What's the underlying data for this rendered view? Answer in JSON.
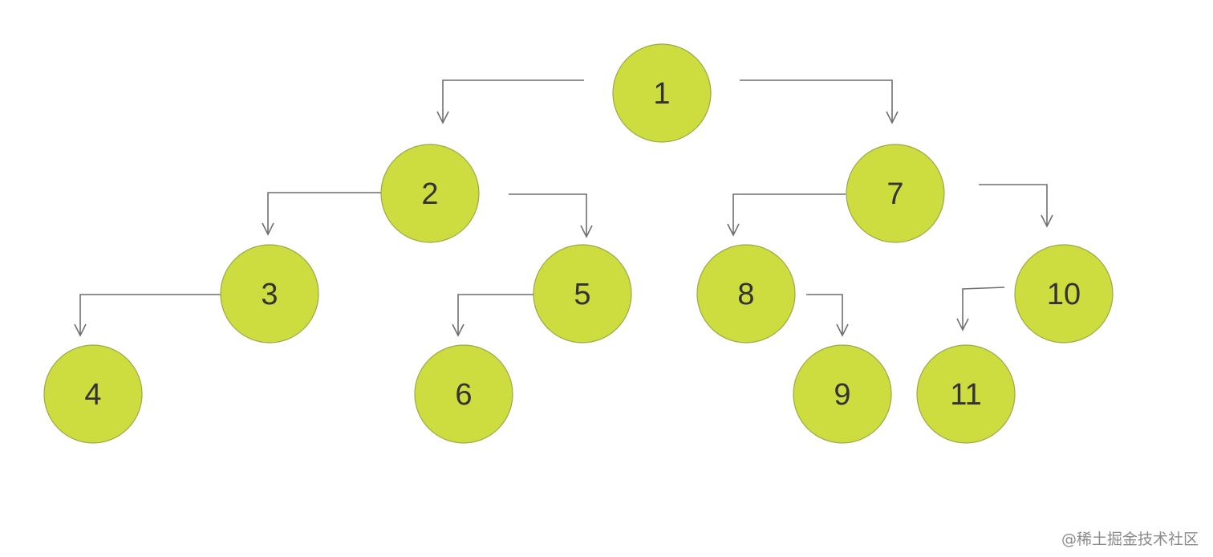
{
  "diagram": {
    "nodes": [
      {
        "id": "n1",
        "label": "1"
      },
      {
        "id": "n2",
        "label": "2"
      },
      {
        "id": "n3",
        "label": "3"
      },
      {
        "id": "n4",
        "label": "4"
      },
      {
        "id": "n5",
        "label": "5"
      },
      {
        "id": "n6",
        "label": "6"
      },
      {
        "id": "n7",
        "label": "7"
      },
      {
        "id": "n8",
        "label": "8"
      },
      {
        "id": "n9",
        "label": "9"
      },
      {
        "id": "n10",
        "label": "10"
      },
      {
        "id": "n11",
        "label": "11"
      }
    ],
    "edges": [
      {
        "from": "n1",
        "to": "n2"
      },
      {
        "from": "n1",
        "to": "n7"
      },
      {
        "from": "n2",
        "to": "n3"
      },
      {
        "from": "n2",
        "to": "n5"
      },
      {
        "from": "n3",
        "to": "n4"
      },
      {
        "from": "n5",
        "to": "n6"
      },
      {
        "from": "n7",
        "to": "n8"
      },
      {
        "from": "n7",
        "to": "n10"
      },
      {
        "from": "n8",
        "to": "n9"
      },
      {
        "from": "n10",
        "to": "n11"
      }
    ],
    "colors": {
      "node_fill": "#cddc3f",
      "node_stroke": "#9aa846",
      "edge": "#6f6f6f"
    }
  },
  "watermark": {
    "text": "@稀土掘金技术社区"
  }
}
